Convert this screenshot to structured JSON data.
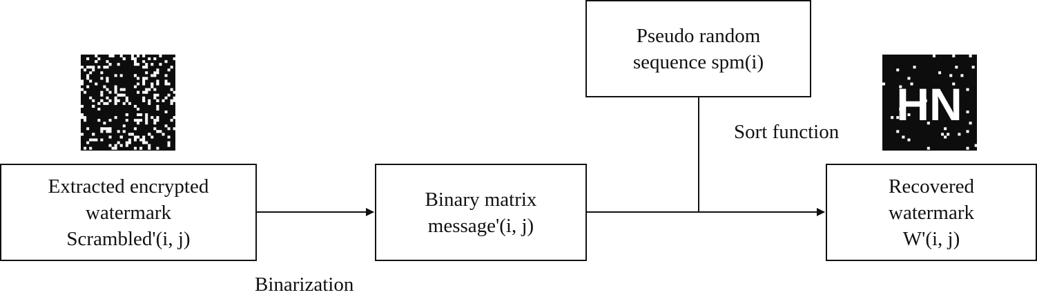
{
  "nodes": {
    "extracted": [
      "Extracted encrypted",
      "watermark",
      "Scrambled'(i, j)"
    ],
    "binary": [
      "Binary matrix",
      "message'(i, j)"
    ],
    "prng": [
      "Pseudo random",
      "sequence spm(i)"
    ],
    "recovered": [
      "Recovered",
      "watermark",
      "W'(i, j)"
    ]
  },
  "edges": {
    "binarization": "Binarization",
    "sort": "Sort function"
  },
  "images": {
    "scrambled": {
      "description_icon": "scrambled-noise-image",
      "colors": {
        "fg": "#ffffff",
        "bg": "#0d0d0d"
      }
    },
    "recovered": {
      "text": "HN",
      "description_icon": "recovered-watermark-image",
      "colors": {
        "fg": "#ffffff",
        "bg": "#0d0d0d"
      }
    }
  }
}
